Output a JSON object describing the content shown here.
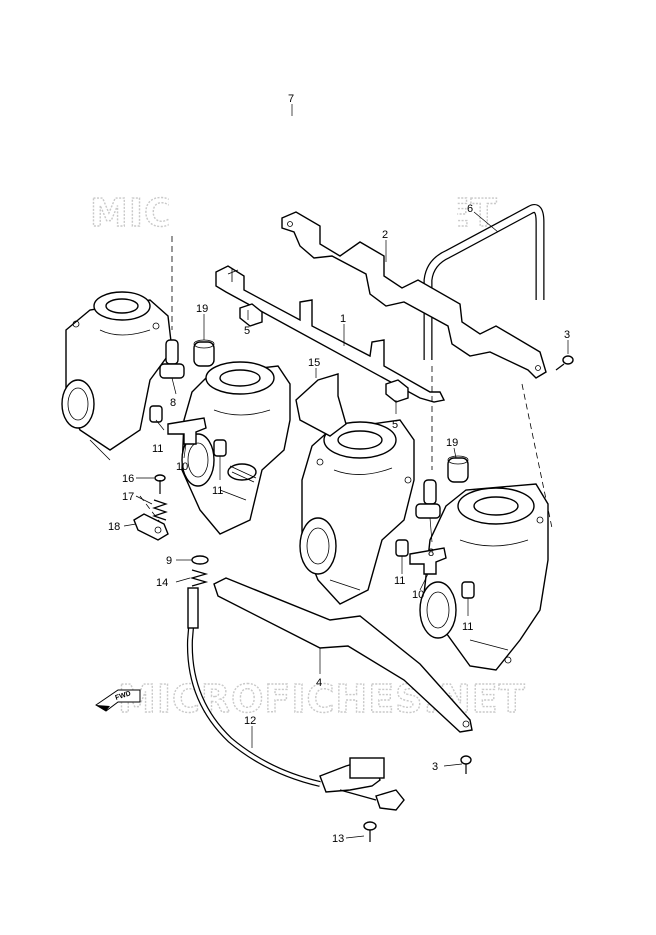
{
  "watermark": "MICROFICHES.NET",
  "fwd_label": "FWD",
  "callouts": [
    {
      "id": "c7",
      "text": "7"
    },
    {
      "id": "c6",
      "text": "6"
    },
    {
      "id": "c2",
      "text": "2"
    },
    {
      "id": "c1",
      "text": "1"
    },
    {
      "id": "c3a",
      "text": "3"
    },
    {
      "id": "c19a",
      "text": "19"
    },
    {
      "id": "c5a",
      "text": "5"
    },
    {
      "id": "c15",
      "text": "15"
    },
    {
      "id": "c8a",
      "text": "8"
    },
    {
      "id": "c11a",
      "text": "11"
    },
    {
      "id": "c10a",
      "text": "10"
    },
    {
      "id": "c11b",
      "text": "11"
    },
    {
      "id": "c5b",
      "text": "5"
    },
    {
      "id": "c19b",
      "text": "19"
    },
    {
      "id": "c16",
      "text": "16"
    },
    {
      "id": "c17",
      "text": "17"
    },
    {
      "id": "c18",
      "text": "18"
    },
    {
      "id": "c9",
      "text": "9"
    },
    {
      "id": "c14",
      "text": "14"
    },
    {
      "id": "c8b",
      "text": "8"
    },
    {
      "id": "c11c",
      "text": "11"
    },
    {
      "id": "c10b",
      "text": "10"
    },
    {
      "id": "c11d",
      "text": "11"
    },
    {
      "id": "c4",
      "text": "4"
    },
    {
      "id": "c12",
      "text": "12"
    },
    {
      "id": "c3b",
      "text": "3"
    },
    {
      "id": "c13",
      "text": "13"
    }
  ]
}
